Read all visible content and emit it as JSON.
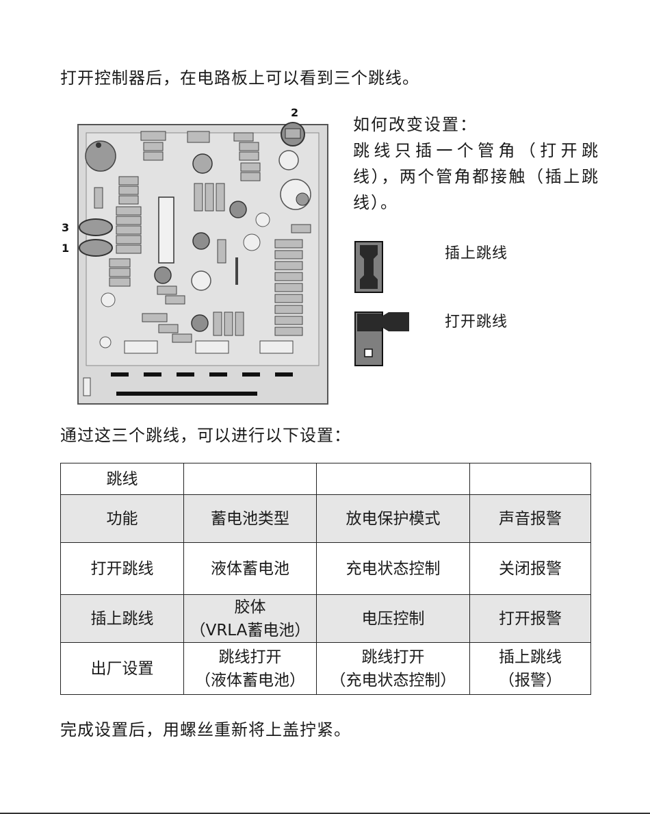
{
  "intro_text": "打开控制器后，在电路板上可以看到三个跳线。",
  "figure": {
    "callouts": {
      "jumper_2": "2",
      "jumper_3": "3",
      "jumper_1": "1"
    }
  },
  "howto": {
    "title": "如何改变设置：",
    "body": "跳线只插一个管角（打开跳线），两个管角都接触（插上跳线）。"
  },
  "legend": {
    "inserted_label": "插上跳线",
    "open_label": "打开跳线"
  },
  "settings_lead": "通过这三个跳线，可以进行以下设置：",
  "table": {
    "header": [
      "跳线",
      "",
      "",
      ""
    ],
    "rows": [
      {
        "cells": [
          [
            "功能"
          ],
          [
            "蓄电池类型"
          ],
          [
            "放电保护模式"
          ],
          [
            "声音报警"
          ]
        ]
      },
      {
        "cells": [
          [
            "打开跳线"
          ],
          [
            "液体蓄电池"
          ],
          [
            "充电状态控制"
          ],
          [
            "关闭报警"
          ]
        ]
      },
      {
        "cells": [
          [
            "插上跳线"
          ],
          [
            "胶体",
            "（VRLA蓄电池）"
          ],
          [
            "电压控制"
          ],
          [
            "打开报警"
          ]
        ]
      },
      {
        "cells": [
          [
            "出厂设置"
          ],
          [
            "跳线打开",
            "（液体蓄电池）"
          ],
          [
            "跳线打开",
            "（充电状态控制）"
          ],
          [
            "插上跳线",
            "（报警）"
          ]
        ]
      }
    ]
  },
  "closing_text": "完成设置后，用螺丝重新将上盖拧紧。",
  "colors": {
    "ink": "#1a1a1a",
    "shade": "#e6e6e6",
    "jumper_dark": "#2a2a2a",
    "jumper_body": "#7f7f7f"
  }
}
